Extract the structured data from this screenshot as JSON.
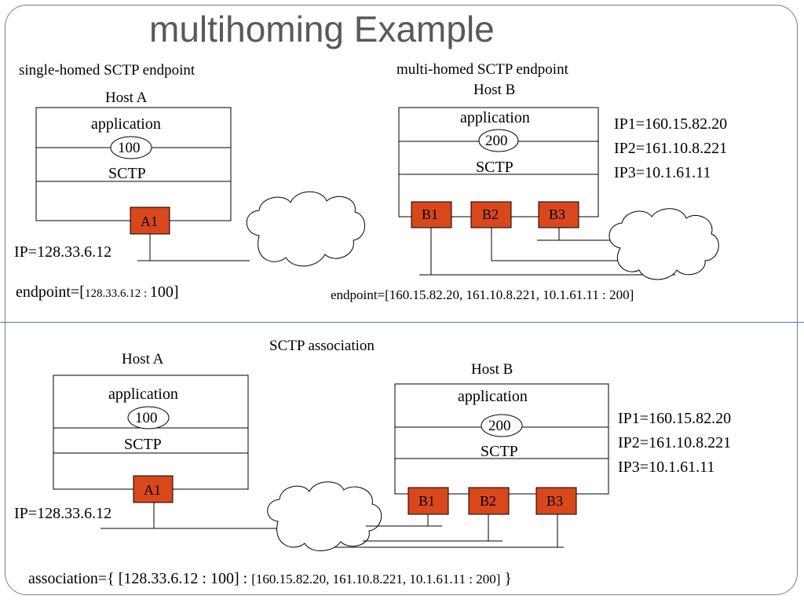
{
  "slide": {
    "title": "multihoming Example"
  },
  "colors": {
    "port_fill": "#d9471d",
    "divider": "#3d7cc0",
    "frame": "#7f7f7f",
    "title": "#595959"
  },
  "top": {
    "single_caption": "single-homed SCTP endpoint",
    "multi_caption": "multi-homed SCTP endpoint",
    "host_a": {
      "name": "Host A",
      "app_label": "application",
      "port": "100",
      "transport": "SCTP",
      "interface": "A1",
      "ip": "IP=128.33.6.12",
      "endpoint_prefix": "endpoint=[",
      "endpoint_ip": "128.33.6.12 : ",
      "endpoint_port": "100]"
    },
    "host_b": {
      "name": "Host B",
      "app_label": "application",
      "port": "200",
      "transport": "SCTP",
      "interfaces": [
        "B1",
        "B2",
        "B3"
      ],
      "ips": [
        "IP1=160.15.82.20",
        "IP2=161.10.8.221",
        "IP3=10.1.61.11"
      ],
      "endpoint": "endpoint=[160.15.82.20, 161.10.8.221, 10.1.61.11 : 200]"
    }
  },
  "bottom": {
    "caption": "SCTP association",
    "host_a": {
      "name": "Host A",
      "app_label": "application",
      "port": "100",
      "transport": "SCTP",
      "interface": "A1",
      "ip": "IP=128.33.6.12"
    },
    "host_b": {
      "name": "Host B",
      "app_label": "application",
      "port": "200",
      "transport": "SCTP",
      "interfaces": [
        "B1",
        "B2",
        "B3"
      ],
      "ips": [
        "IP1=160.15.82.20",
        "IP2=161.10.8.221",
        "IP3=10.1.61.11"
      ]
    },
    "association_prefix": "association={ [128.33.6.12 : 100] : ",
    "association_list": "[160.15.82.20, 161.10.8.221, 10.1.61.11 : 200]",
    "association_suffix": " }"
  }
}
